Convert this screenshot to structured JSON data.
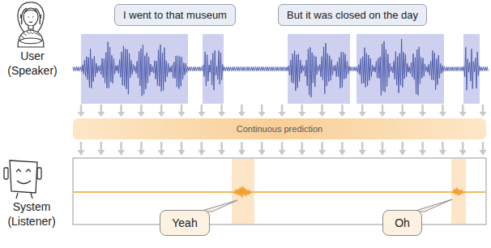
{
  "diagram": {
    "nodes": [
      {
        "text": [
          "I went to that museum"
        ]
      },
      {
        "text": [
          "But it was closed on the day"
        ]
      },
      {
        "text": [
          "Continuous prediction"
        ]
      },
      {
        "text": [
          "Yeah"
        ]
      },
      {
        "text": [
          "Oh"
        ]
      }
    ],
    "labels": [
      "User (Speaker)",
      "System (Listener)"
    ]
  }
}
